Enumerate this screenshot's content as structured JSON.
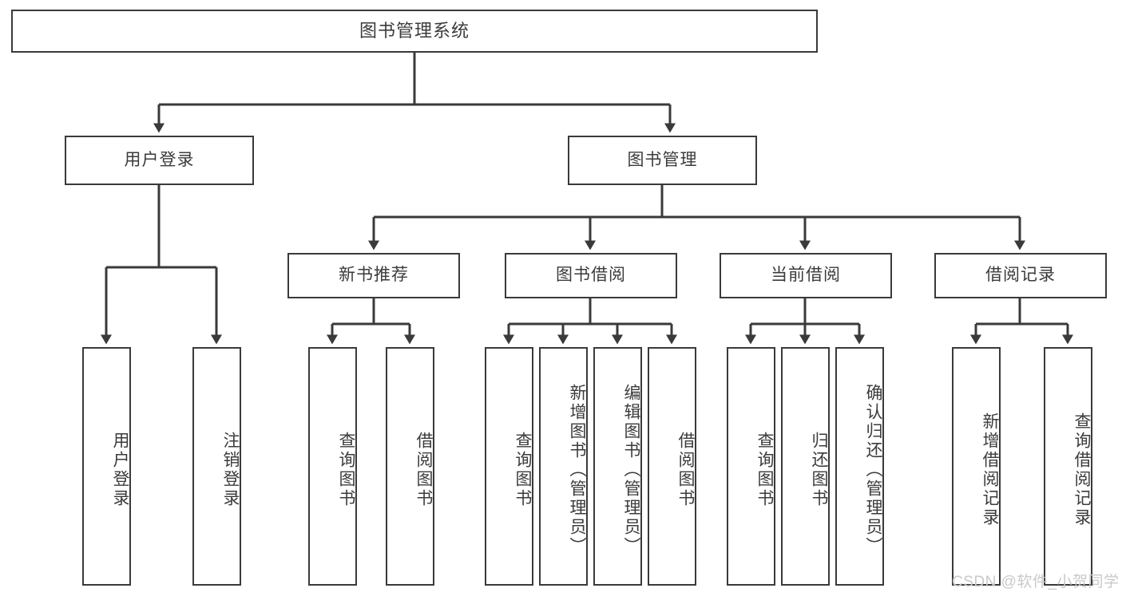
{
  "diagram": {
    "type": "tree",
    "title": "图书管理系统",
    "root": {
      "label": "图书管理系统"
    },
    "level2": [
      {
        "label": "用户登录"
      },
      {
        "label": "图书管理"
      }
    ],
    "level3": [
      {
        "label": "新书推荐"
      },
      {
        "label": "图书借阅"
      },
      {
        "label": "当前借阅"
      },
      {
        "label": "借阅记录"
      }
    ],
    "leaves": {
      "user_login": [
        {
          "label": "用户登录"
        },
        {
          "label": "注销登录"
        }
      ],
      "new_book_recommend": [
        {
          "label": "查询图书"
        },
        {
          "label": "借阅图书"
        }
      ],
      "book_borrow": [
        {
          "label": "查询图书"
        },
        {
          "label": "新增图书（管理员）"
        },
        {
          "label": "编辑图书（管理员）"
        },
        {
          "label": "借阅图书"
        }
      ],
      "current_borrow": [
        {
          "label": "查询图书"
        },
        {
          "label": "归还图书"
        },
        {
          "label": "确认归还（管理员）"
        }
      ],
      "borrow_record": [
        {
          "label": "新增借阅记录"
        },
        {
          "label": "查询借阅记录"
        }
      ]
    }
  },
  "watermark": {
    "text": "CSDN @软件_小贺同学"
  },
  "colors": {
    "stroke": "#3a3a3a",
    "text": "#3b3b3b",
    "background": "#ffffff",
    "watermark": "#c9c9c9"
  }
}
